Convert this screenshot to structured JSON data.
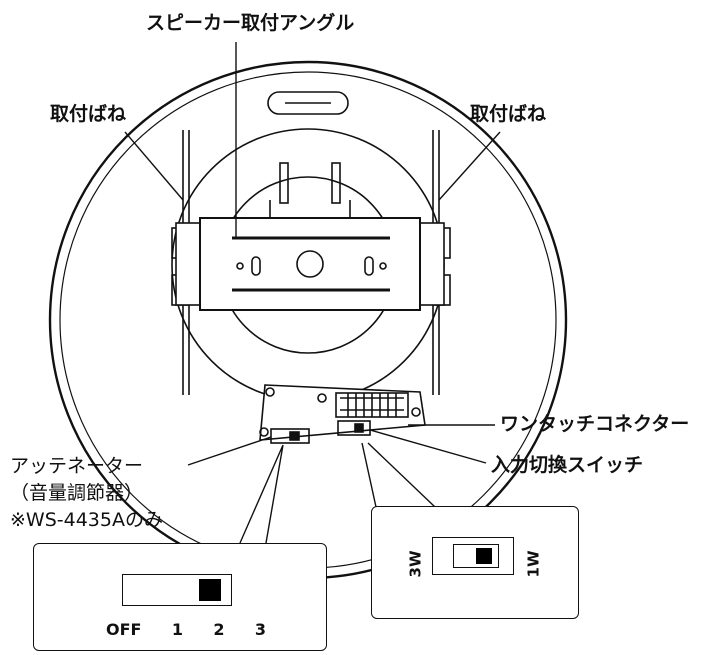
{
  "labels": {
    "angle": "スピーカー取付アングル",
    "spring_left": "取付ばね",
    "spring_right": "取付ばね",
    "connector": "ワンタッチコネクター",
    "input_switch": "入力切換スイッチ",
    "attenuator_line1": "アッテネーター",
    "attenuator_line2": "（音量調節器）",
    "attenuator_line3": "※WS-4435Aのみ"
  },
  "attenuator_detail": {
    "positions": [
      "OFF",
      "1",
      "2",
      "3"
    ],
    "selected": "3"
  },
  "switch_detail": {
    "left_label": "3W",
    "right_label": "1W",
    "selected": "1W"
  },
  "colors": {
    "line": "#111111",
    "background": "#ffffff",
    "slider": "#000000"
  }
}
